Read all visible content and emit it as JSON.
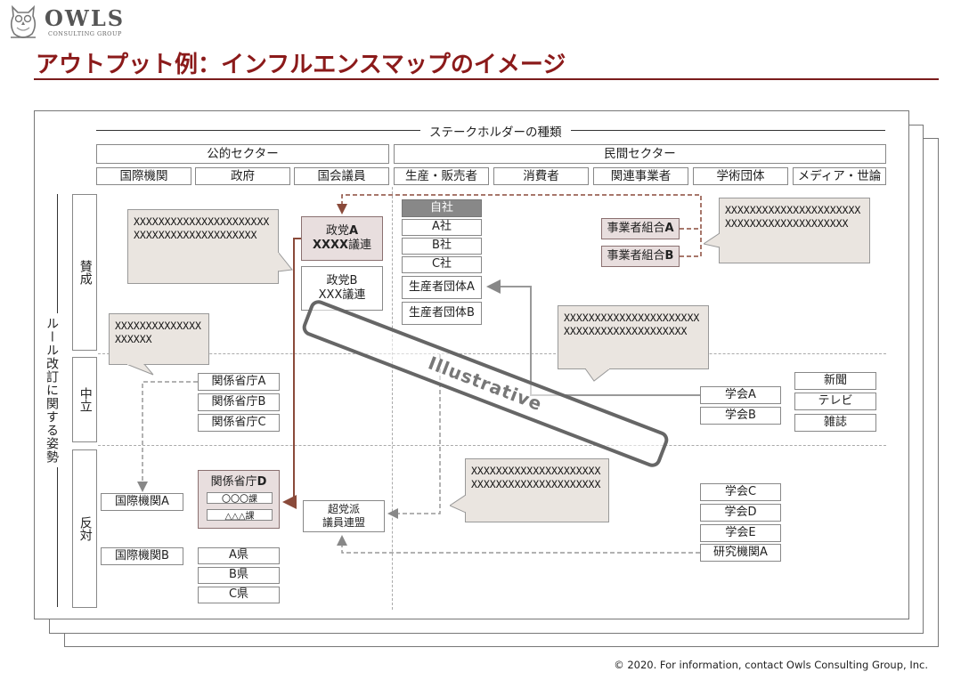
{
  "header": {
    "logo": "OWLS",
    "logo_sub": "CONSULTING GROUP",
    "title": "アウトプット例：インフルエンスマップのイメージ"
  },
  "diagram": {
    "top_label": "ステークホルダーの種類",
    "sectors": {
      "public": "公的セクター",
      "private": "民間セクター"
    },
    "columns": [
      "国際機関",
      "政府",
      "国会議員",
      "生産・販売者",
      "消費者",
      "関連事業者",
      "学術団体",
      "メディア・世論"
    ],
    "axis_label": "ルール改訂に関する姿勢",
    "rows": [
      "賛成",
      "中立",
      "反対"
    ],
    "party_a": {
      "line1": "政党",
      "line1_bold": "A",
      "line2_bold": "XXXX",
      "line2": "議連"
    },
    "party_b": {
      "line1": "政党B",
      "line2": "XXX議連"
    },
    "own_company": "自社",
    "companies": [
      "A社",
      "B社",
      "C社",
      "生産者団体A",
      "生産者団体B"
    ],
    "biz_union_a": {
      "text": "事業者組合",
      "bold": "A"
    },
    "biz_union_b": {
      "text": "事業者組合",
      "bold": "B"
    },
    "ministries": [
      "関係省庁A",
      "関係省庁B",
      "関係省庁C"
    ],
    "ministry_d": {
      "text": "関係省庁",
      "bold": "D",
      "sub1": "〇〇〇課",
      "sub2": "△△△課"
    },
    "intl_orgs": [
      "国際機関A",
      "国際機関B"
    ],
    "prefectures": [
      "A県",
      "B県",
      "C県"
    ],
    "bipartisan": {
      "line1": "超党派",
      "line2": "議員連盟"
    },
    "societies_neutral": [
      "学会A",
      "学会B"
    ],
    "societies_oppose": [
      "学会C",
      "学会D",
      "学会E",
      "研究機関A"
    ],
    "media": [
      "新聞",
      "テレビ",
      "雑誌"
    ],
    "bubbles": {
      "b1": "XXXXXXXXXXXXXXXXXXXXXXXXXXXXXXXXXXXXXXXXXX",
      "b2": "XXXXXXXXXXXXXXXXXXXXXXXXXXXXXXXXXXXXXXXXXX",
      "b3": "XXXXXXXXXXXXXXXXXXXX",
      "b4": "XXXXXXXXXXXXXXXXXXXXXXXXXXXXXXXXXXXXXXXXXX",
      "b5": "XXXXXXXXXXXXXXXXXXXXXXXXXXXXXXXXXXXXXXXXXX"
    },
    "stamp": "Illustrative"
  },
  "footer": "© 2020. For information, contact Owls Consulting Group, Inc.",
  "colors": {
    "accent": "#8b1a1a",
    "arrow_brown": "#8a4a3a",
    "bubble": "#eae5e0"
  }
}
